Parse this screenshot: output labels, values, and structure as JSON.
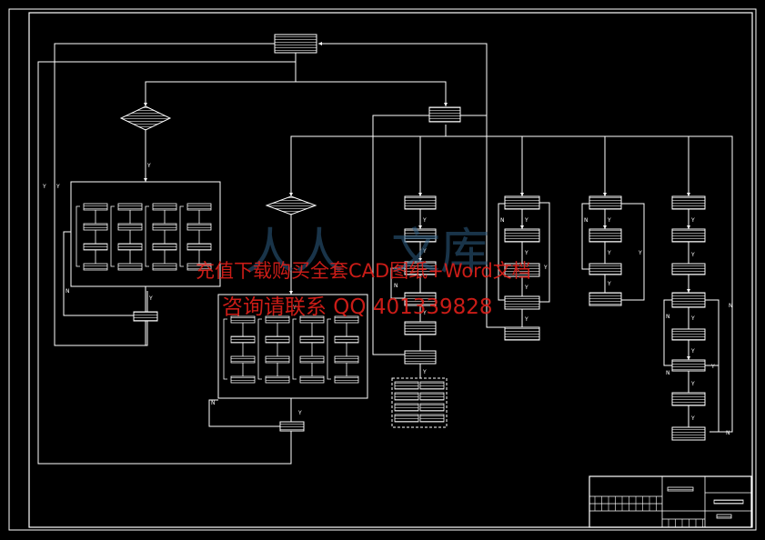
{
  "diagram": {
    "branch_labels": {
      "yes": "Y",
      "no": "N"
    },
    "watermark": {
      "line1": "充值下载购买全套CAD图纸+Word文档",
      "line2": "咨询请联系 QQ 401339828",
      "logo_chars": [
        "人",
        "人",
        "文",
        "库"
      ]
    }
  },
  "colors": {
    "background": "#000000",
    "line": "#ffffff",
    "watermark": "#e0201a",
    "logo": "#2e5f86"
  }
}
